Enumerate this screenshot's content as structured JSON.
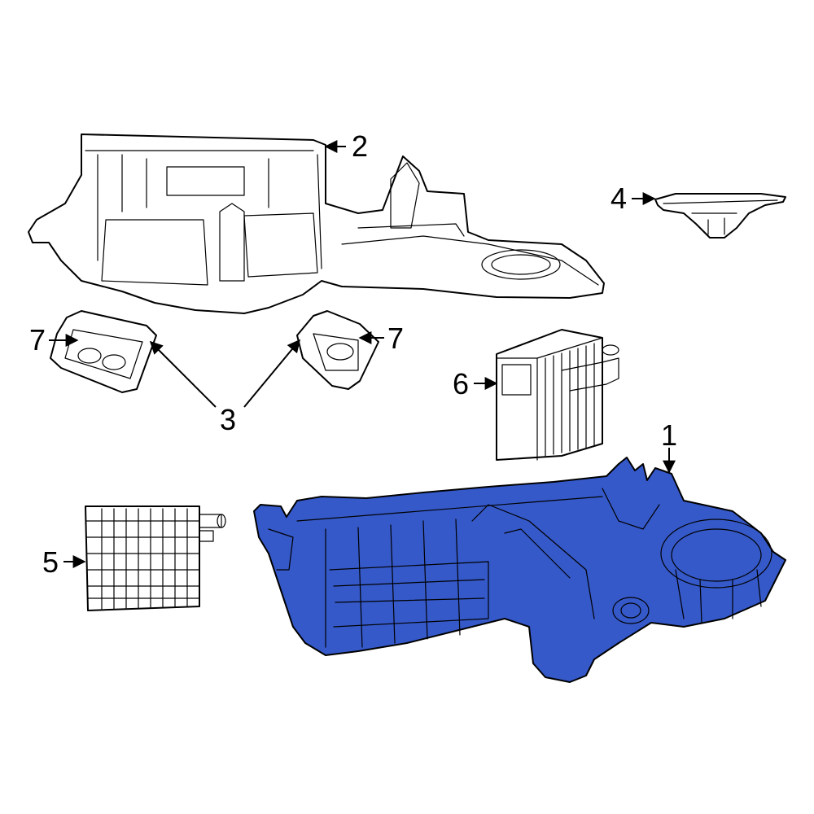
{
  "colors": {
    "highlight": "#3559c9",
    "line": "#000000",
    "background": "#ffffff"
  },
  "callouts": {
    "c1": "1",
    "c2": "2",
    "c3": "3",
    "c4": "4",
    "c5": "5",
    "c6": "6",
    "c7a": "7",
    "c7b": "7"
  },
  "parts": {
    "highlighted_part": "1"
  }
}
